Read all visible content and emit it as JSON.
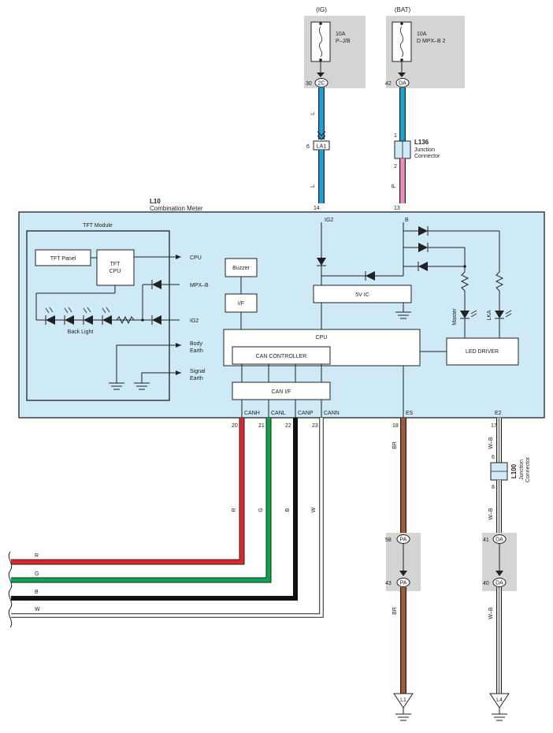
{
  "fuses": {
    "ig": {
      "source": "(IG)",
      "rating": "10A",
      "name": "P–J/B",
      "pin": "30",
      "conn": "2C"
    },
    "bat": {
      "source": "(BAT)",
      "rating": "10A",
      "name": "D MPX–B 2",
      "pin": "42",
      "conn": "DA"
    }
  },
  "connectors": {
    "la1": {
      "pin": "6",
      "code": "LA1"
    },
    "l136": {
      "code": "L136",
      "desc1": "Junction",
      "desc2": "Connector",
      "pin_top": "1",
      "pin_bottom": "2"
    },
    "l100": {
      "code": "L100",
      "desc1": "Junction",
      "desc2": "Connector",
      "pin_top": "6",
      "pin_bottom": "8"
    },
    "pa": {
      "code": "PA",
      "pin_top": "58",
      "pin_bottom": "43"
    },
    "da": {
      "code": "DA",
      "pin_top": "41",
      "pin_bottom": "40"
    }
  },
  "wire_colors": {
    "ig_upper": "L",
    "ig_lower": "L",
    "bat": "P",
    "canh": "R",
    "canl": "G",
    "canp": "B",
    "cann": "W",
    "es_upper": "BR",
    "es_lower": "BR",
    "e2_upper": "W–B",
    "e2_mid": "W–B",
    "e2_lower": "W–B"
  },
  "meter": {
    "code": "L10",
    "name": "Combination Meter",
    "pins": {
      "ig2": "14",
      "b": "13",
      "canh": "20",
      "canl": "21",
      "canp": "22",
      "cann": "23",
      "es": "18",
      "e2": "17"
    },
    "terminals": {
      "ig2": "IG2",
      "b": "B",
      "canh": "CANH",
      "canl": "CANL",
      "canp": "CANP",
      "cann": "CANN",
      "es": "ES",
      "e2": "E2"
    },
    "tft": {
      "title": "TFT Module",
      "panel": "TFT Panel",
      "cpu_line1": "TFT",
      "cpu_line2": "CPU",
      "out_cpu": "CPU",
      "out_mpxb": "MPX–B",
      "out_ig2": "IG2",
      "backlight": "Back Light",
      "body_earth1": "Body",
      "body_earth2": "Earth",
      "signal_earth1": "Signal",
      "signal_earth2": "Earth"
    },
    "buzzer": "Buzzer",
    "if": "I/F",
    "ic5v": "5V IC",
    "cpu": "CPU",
    "can_controller": "CAN CONTROLLER",
    "can_if": "CAN I/F",
    "led_driver": "LED DRIVER",
    "led_master": "Master",
    "led_lka": "LKA"
  },
  "grounds": {
    "es": "L1",
    "e2": "L4"
  },
  "colors": {
    "meter_fill": "#cdeaf6",
    "fuse_fill": "#d4d4d4",
    "wire_blue": "#1aa3d9",
    "wire_pink": "#f08cbc",
    "wire_red": "#e0262b",
    "wire_green": "#0aa650",
    "wire_black": "#111111",
    "wire_brown": "#a4593a",
    "wire_white": "#ffffff"
  }
}
